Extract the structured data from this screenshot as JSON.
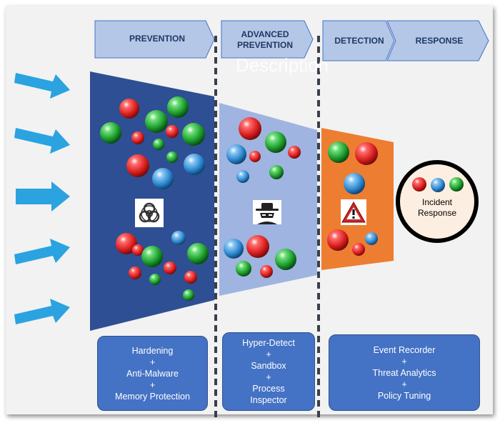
{
  "phases": [
    {
      "label": "PREVENTION"
    },
    {
      "label_lines": [
        "ADVANCED",
        "PREVENTION"
      ]
    },
    {
      "label": "DETECTION"
    },
    {
      "label": "RESPONSE"
    }
  ],
  "watermark": "Description",
  "stages": [
    {
      "name": "prevention",
      "color": "#2e4f93",
      "icons": [
        "biohazard-icon"
      ]
    },
    {
      "name": "advanced-prevention",
      "color": "#9fb4e0",
      "icons": [
        "hacker-icon"
      ]
    },
    {
      "name": "detection",
      "color": "#ed7d31",
      "icons": [
        "warning-icon"
      ]
    }
  ],
  "incident_response": {
    "label_lines": [
      "Incident",
      "Response"
    ]
  },
  "capability_boxes": [
    {
      "lines": [
        "Hardening",
        "+",
        "Anti-Malware",
        "+",
        "Memory Protection"
      ]
    },
    {
      "lines": [
        "Hyper-Detect",
        "+",
        "Sandbox",
        "+",
        "Process",
        "Inspector"
      ]
    },
    {
      "lines": [
        "Event Recorder",
        "+",
        "Threat Analytics",
        "+",
        "Policy Tuning"
      ]
    }
  ],
  "colors": {
    "arrow": "#2aa3e0",
    "chevron_fill": "#b4c7e7",
    "chevron_stroke": "#4472c4",
    "threat_red": "#d81d1d",
    "threat_green": "#1a9a2a",
    "threat_blue": "#2a84cc"
  }
}
